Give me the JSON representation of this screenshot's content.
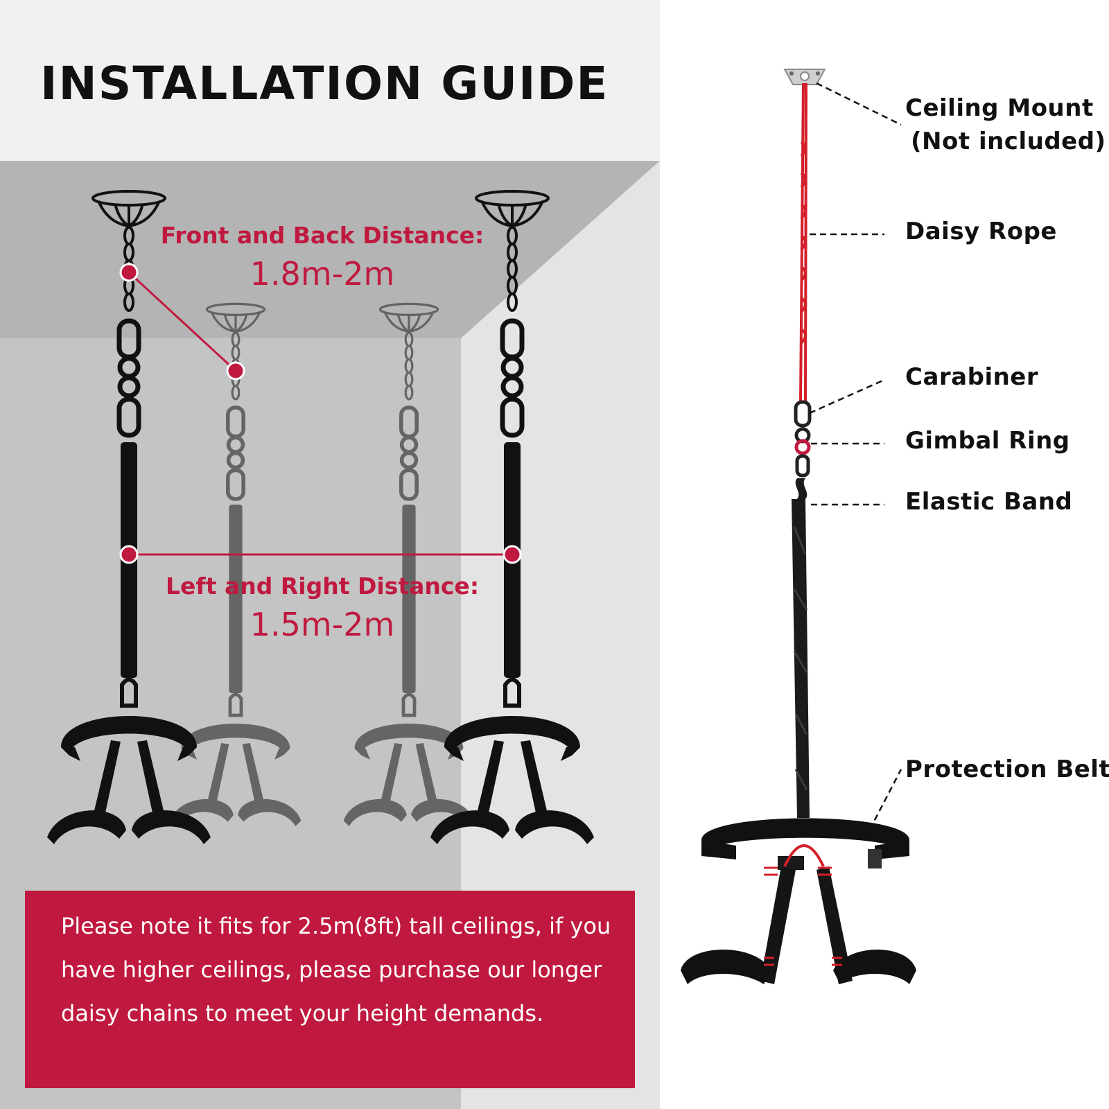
{
  "title": "INSTALLATION GUIDE",
  "front_back": {
    "label": "Front and Back Distance:",
    "value": "1.8m-2m"
  },
  "left_right": {
    "label": "Left and Right Distance:",
    "value": "1.5m-2m"
  },
  "note": "Please note it fits for 2.5m(8ft) tall ceilings, if you have higher ceilings, please purchase our longer daisy chains to meet your height demands.",
  "callouts": {
    "ceiling_mount": "Ceiling Mount",
    "ceiling_mount_note": "(Not included)",
    "daisy_rope": "Daisy Rope",
    "carabiner": "Carabiner",
    "gimbal_ring": "Gimbal Ring",
    "elastic_band": "Elastic Band",
    "protection_belt": "Protection Belt"
  },
  "colors": {
    "accent": "#c0193f",
    "text": "#111111",
    "rope": "#d4202a",
    "equipment": "#111111",
    "equipment_faded": "#555555"
  }
}
